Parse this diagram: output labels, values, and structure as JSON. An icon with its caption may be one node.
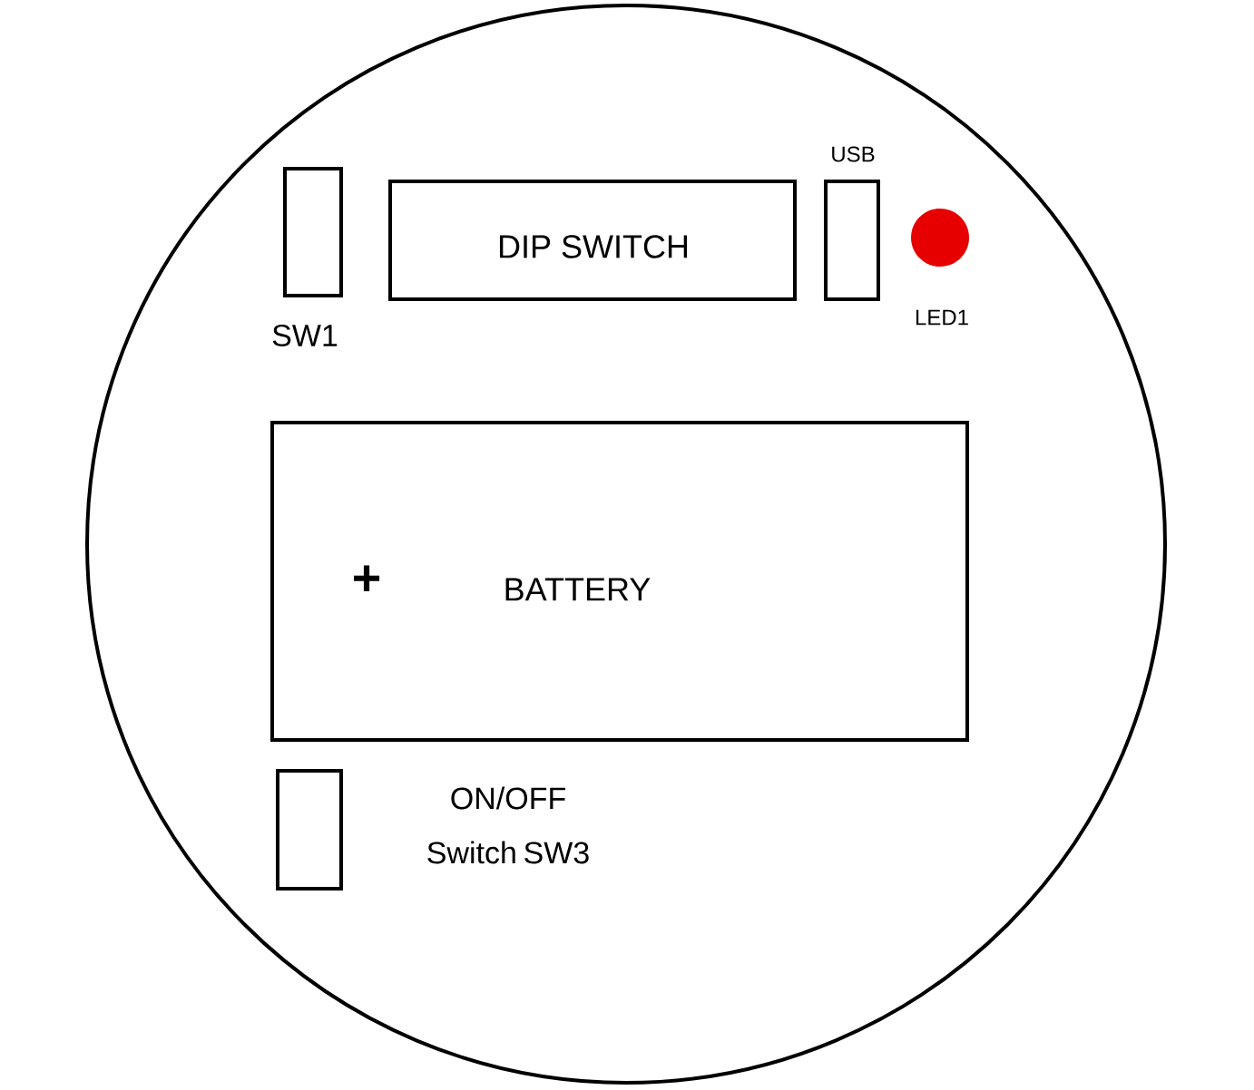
{
  "diagram": {
    "nodes": [
      {
        "text": [],
        "shape": "circle"
      },
      {
        "text": [
          "SW1"
        ],
        "in": 0
      },
      {
        "text": [
          "DIP SWITCH"
        ],
        "in": 0
      },
      {
        "text": [
          "USB"
        ],
        "in": 0
      },
      {
        "text": [
          "LED1"
        ],
        "in": 0
      },
      {
        "text": [
          "+",
          "BATTERY"
        ],
        "in": 0
      },
      {
        "text": [
          "ON/OFF Switch SW3"
        ],
        "in": 0
      }
    ]
  }
}
